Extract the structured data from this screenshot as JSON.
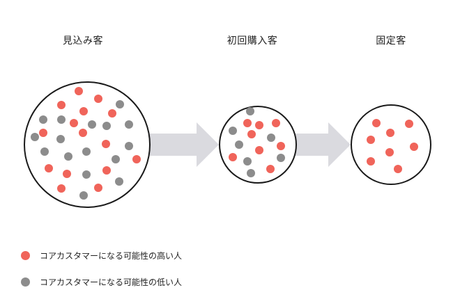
{
  "colors": {
    "high": "#f0645a",
    "low": "#8c8c8c",
    "arrow": "#dadadf",
    "circle_stroke": "#1a1a1a"
  },
  "stages": {
    "prospect": {
      "title": "見込み客"
    },
    "first_purchase": {
      "title": "初回購入客"
    },
    "fixed": {
      "title": "固定客"
    }
  },
  "legend": {
    "high": {
      "label": "コアカスタマーになる可能性の高い人",
      "color_key": "high"
    },
    "low": {
      "label": "コアカスタマーになる可能性の低い人",
      "color_key": "low"
    }
  }
}
